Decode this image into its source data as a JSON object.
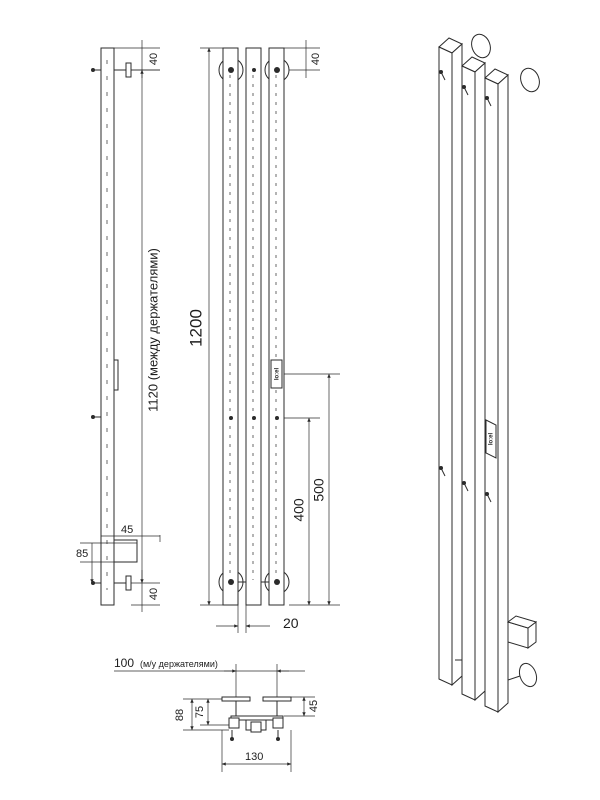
{
  "dimensions": {
    "top_40_side": "40",
    "between_holders": "1120 (между держателями)",
    "w45": "45",
    "h85": "85",
    "bottom_40_side": "40",
    "top_40_front": "40",
    "total_1200": "1200",
    "h500": "500",
    "h400": "400",
    "w20": "20",
    "top_100": "100",
    "top_100_note": "(м/у держателями)",
    "h88": "88",
    "h75": "75",
    "h45": "45",
    "w130": "130"
  },
  "logo": "lo:el"
}
